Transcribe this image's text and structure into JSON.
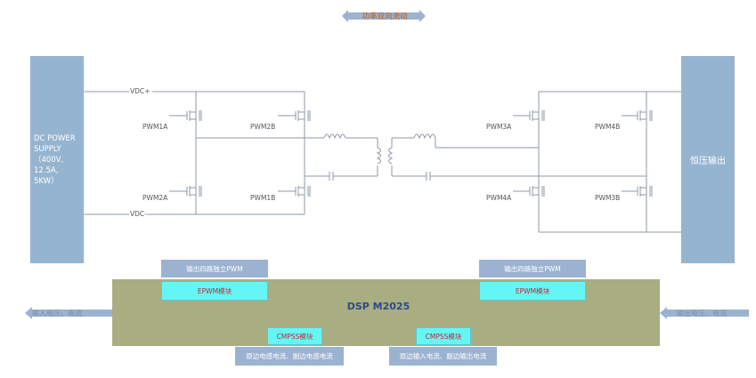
{
  "header": {
    "power_flow_label": "功率双向流动"
  },
  "dc_power": {
    "lines": [
      "DC POWER",
      "SUPPLY",
      "（400V,",
      "12.5A,",
      "5KW）"
    ]
  },
  "output": {
    "label": "恒压输出"
  },
  "circuit": {
    "vdc_plus": "VDC+",
    "vdc_minus": "VDC-",
    "pwm1a": "PWM1A",
    "pwm2b": "PWM2B",
    "pwm2a": "PWM2A",
    "pwm1b": "PWM1B",
    "pwm3a": "PWM3A",
    "pwm4b": "PWM4B",
    "pwm4a": "PWM4A",
    "pwm3b": "PWM3B"
  },
  "dsp": {
    "title": "DSP M2025",
    "left_pwm_label": "输出四路独立PWM",
    "right_pwm_label": "输出四路独立PWM",
    "left_epwm": "EPWM模块",
    "right_epwm": "EPWM模块",
    "left_cmpss": "CMPSS模块",
    "right_cmpss": "CMPSS模块",
    "left_cmpss_desc": "原边电感电流、副边电感电流",
    "right_cmpss_desc": "原边输入电流、副边输出电流",
    "input_label": "输入电压、电流",
    "output_label": "输出电压、电流"
  },
  "colors": {
    "box_blue": "#95b4cf",
    "dsp_olive": "#a9ad82",
    "cyan": "#66f5f5",
    "red_text": "#c0282d",
    "orange_text": "#c05a1a",
    "wire": "#8d98a6"
  }
}
